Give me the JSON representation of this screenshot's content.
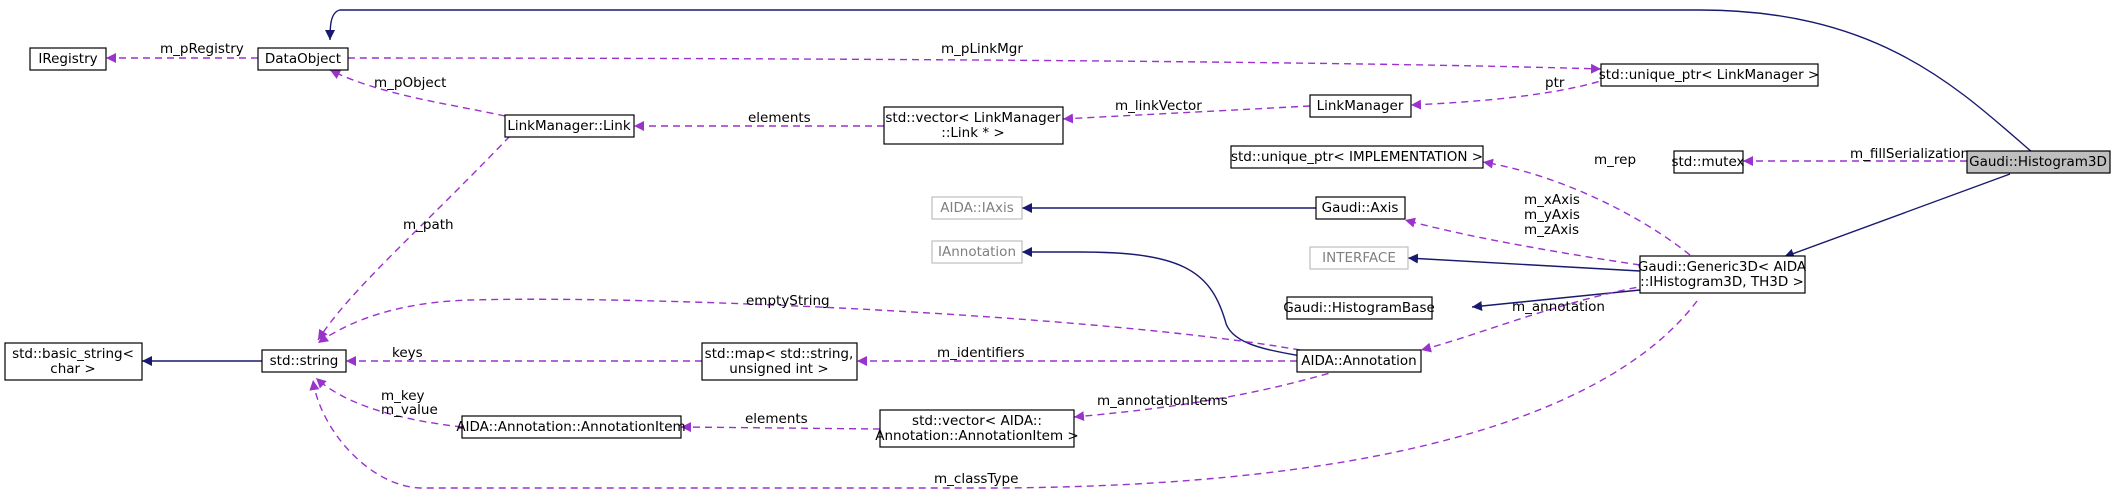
{
  "diagram": {
    "colors": {
      "inheritance": "#191970",
      "usage": "#9a32cd"
    },
    "nodes": {
      "data_object": "DataObject",
      "iregistry": "IRegistry",
      "unique_ptr_linkmgr": "std::unique_ptr< LinkManager >",
      "link_manager": "LinkManager",
      "vector_link_l1": "std::vector< LinkManager",
      "vector_link_l2": "::Link * >",
      "lm_link": "LinkManager::Link",
      "histogram3d": "Gaudi::Histogram3D",
      "mutex": "std::mutex",
      "unique_ptr_impl": "std::unique_ptr< IMPLEMENTATION >",
      "iaxis": "AIDA::IAxis",
      "gaudi_axis": "Gaudi::Axis",
      "iannotation": "IAnnotation",
      "interface": "INTERFACE",
      "generic3d_l1": "Gaudi::Generic3D< AIDA",
      "generic3d_l2": "::IHistogram3D, TH3D >",
      "histogram_base": "Gaudi::HistogramBase",
      "basic_string_l1": "std::basic_string<",
      "basic_string_l2": "char >",
      "std_string": "std::string",
      "map_l1": "std::map< std::string,",
      "map_l2": "unsigned int >",
      "aida_annotation": "AIDA::Annotation",
      "annotation_item": "AIDA::Annotation::AnnotationItem",
      "vector_item_l1": "std::vector< AIDA::",
      "vector_item_l2": "Annotation::AnnotationItem >"
    },
    "edge_labels": {
      "m_pRegistry": "m_pRegistry",
      "m_pLinkMgr": "m_pLinkMgr",
      "m_pObject": "m_pObject",
      "ptr": "ptr",
      "m_linkVector": "m_linkVector",
      "elements_link": "elements",
      "m_fillSerialization": "m_fillSerialization",
      "m_rep": "m_rep",
      "m_xAxis": "m_xAxis",
      "m_yAxis": "m_yAxis",
      "m_zAxis": "m_zAxis",
      "m_path": "m_path",
      "emptyString": "emptyString",
      "keys": "keys",
      "m_identifiers": "m_identifiers",
      "m_annotation": "m_annotation",
      "m_annotationItems": "m_annotationItems",
      "m_key": "m_key",
      "m_value": "m_value",
      "elements_item": "elements",
      "m_classType": "m_classType"
    }
  }
}
